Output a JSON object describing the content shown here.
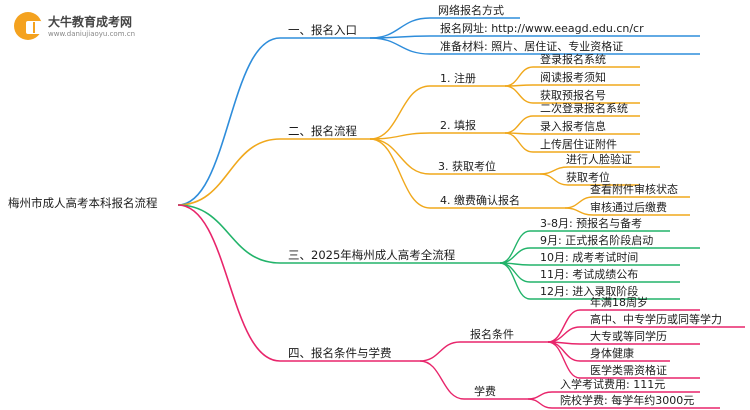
{
  "logo": {
    "name": "大牛教育成考网",
    "url": "www.daniujiaoyu.com.cn"
  },
  "mindmap": {
    "root": "梅州市成人高考本科报名流程",
    "sections": [
      {
        "label": "一、报名入口",
        "color": "#2e8ddb",
        "items": [
          "网络报名方式",
          "报名网址: http://www.eeagd.edu.cn/cr",
          "准备材料: 照片、居住证、专业资格证"
        ]
      },
      {
        "label": "二、报名流程",
        "color": "#f0a81c",
        "groups": [
          {
            "label": "1. 注册",
            "items": [
              "登录报名系统",
              "阅读报考须知",
              "获取预报名号"
            ]
          },
          {
            "label": "2. 填报",
            "items": [
              "二次登录报名系统",
              "录入报考信息",
              "上传居住证附件"
            ]
          },
          {
            "label": "3. 获取考位",
            "items": [
              "进行人脸验证",
              "获取考位"
            ]
          },
          {
            "label": "4. 缴费确认报名",
            "items": [
              "查看附件审核状态",
              "审核通过后缴费"
            ]
          }
        ]
      },
      {
        "label": "三、2025年梅州成人高考全流程",
        "color": "#22b36a",
        "items": [
          "3-8月: 预报名与备考",
          "9月: 正式报名阶段启动",
          "10月: 成考考试时间",
          "11月: 考试成绩公布",
          "12月: 进入录取阶段"
        ]
      },
      {
        "label": "四、报名条件与学费",
        "color": "#e8256b",
        "groups": [
          {
            "label": "报名条件",
            "items": [
              "年满18周岁",
              "高中、中专学历或同等学力",
              "大专或等同学历",
              "身体健康",
              "医学类需资格证"
            ]
          },
          {
            "label": "学费",
            "items": [
              "入学考试费用: 111元",
              "院校学费: 每学年约3000元"
            ]
          }
        ]
      }
    ]
  }
}
